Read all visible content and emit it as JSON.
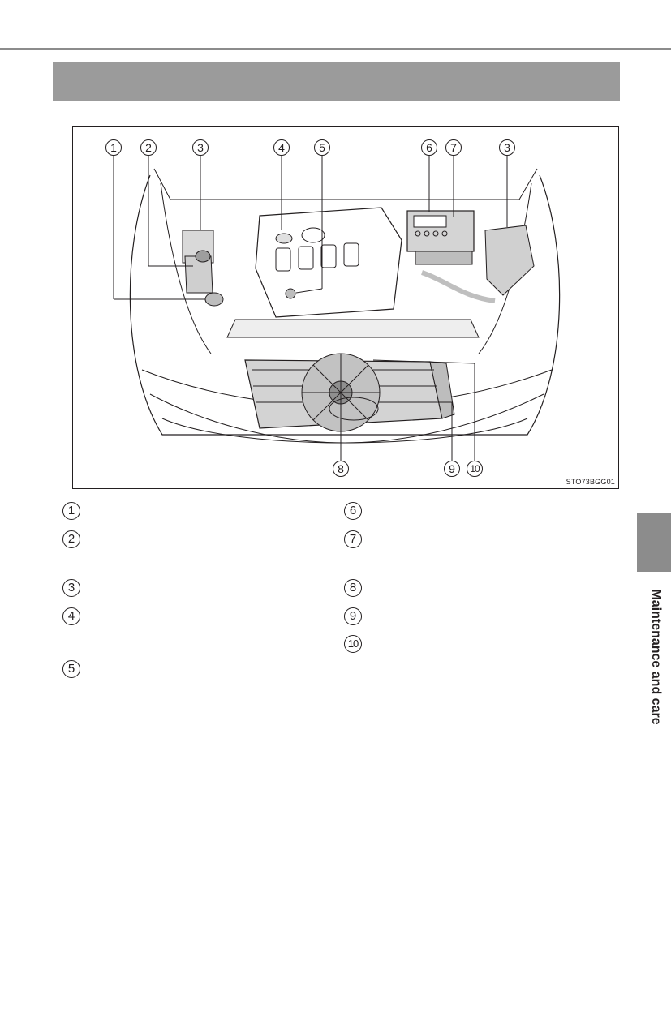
{
  "figure": {
    "code": "STO73BGG01",
    "callouts": [
      "1",
      "2",
      "3",
      "4",
      "5",
      "6",
      "7",
      "3",
      "8",
      "9",
      "10"
    ]
  },
  "legend": [
    "1",
    "2",
    "3",
    "4",
    "5",
    "6",
    "7",
    "8",
    "9",
    "10"
  ],
  "sidebar": {
    "title": "Maintenance and care"
  }
}
